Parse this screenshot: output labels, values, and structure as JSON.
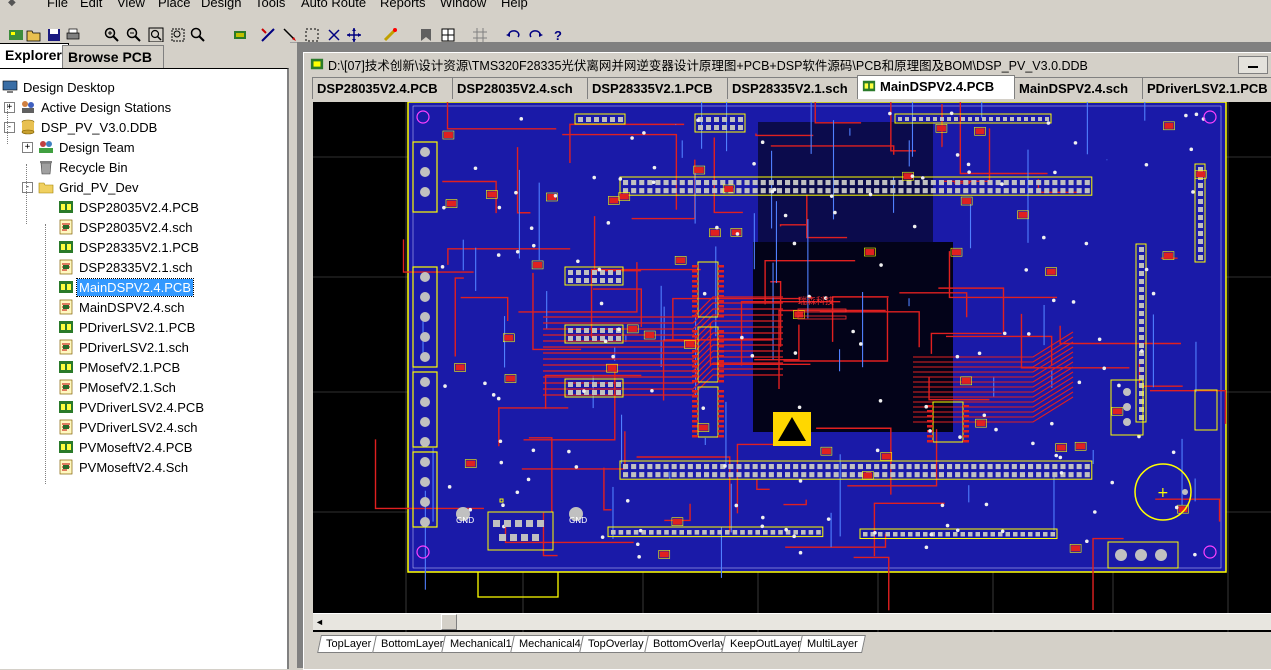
{
  "menu": [
    "File",
    "Edit",
    "View",
    "Place",
    "Design",
    "Tools",
    "Auto Route",
    "Reports",
    "Window",
    "Help"
  ],
  "toolbar_icons": [
    "open-icon",
    "save-icon",
    "print-icon",
    "zoom-in-icon",
    "zoom-out-icon",
    "zoom-area-icon",
    "zoom-fit-icon",
    "zoom-window-icon",
    "browse-icon",
    "component-icon",
    "wire-icon",
    "select-icon",
    "deselect-icon",
    "move-icon",
    "route-icon",
    "library-icon",
    "reset-icon",
    "grid-icon",
    "undo-icon",
    "redo-icon",
    "help-icon"
  ],
  "panel": {
    "tabs": [
      "Explorer",
      "Browse PCB"
    ],
    "tree": [
      {
        "label": "Design Desktop",
        "icon": "desktop-icon",
        "level": 0
      },
      {
        "label": "Active Design Stations",
        "icon": "stations-icon",
        "level": 1,
        "toggle": "+"
      },
      {
        "label": "DSP_PV_V3.0.DDB",
        "icon": "database-icon",
        "level": 1,
        "toggle": "-"
      },
      {
        "label": "Design Team",
        "icon": "team-icon",
        "level": 2,
        "toggle": "+"
      },
      {
        "label": "Recycle Bin",
        "icon": "recycle-bin-icon",
        "level": 2
      },
      {
        "label": "Grid_PV_Dev",
        "icon": "folder-icon",
        "level": 2,
        "toggle": "-"
      },
      {
        "label": "DSP28035V2.4.PCB",
        "icon": "pcb-doc-icon",
        "level": 3
      },
      {
        "label": "DSP28035V2.4.sch",
        "icon": "sch-doc-icon",
        "level": 3
      },
      {
        "label": "DSP28335V2.1.PCB",
        "icon": "pcb-doc-icon",
        "level": 3
      },
      {
        "label": "DSP28335V2.1.sch",
        "icon": "sch-doc-icon",
        "level": 3
      },
      {
        "label": "MainDSPV2.4.PCB",
        "icon": "pcb-doc-icon",
        "level": 3,
        "selected": true
      },
      {
        "label": "MainDSPV2.4.sch",
        "icon": "sch-doc-icon",
        "level": 3
      },
      {
        "label": "PDriverLSV2.1.PCB",
        "icon": "pcb-doc-icon",
        "level": 3
      },
      {
        "label": "PDriverLSV2.1.sch",
        "icon": "sch-doc-icon",
        "level": 3
      },
      {
        "label": "PMosefV2.1.PCB",
        "icon": "pcb-doc-icon",
        "level": 3
      },
      {
        "label": "PMosefV2.1.Sch",
        "icon": "sch-doc-icon",
        "level": 3
      },
      {
        "label": "PVDriverLSV2.4.PCB",
        "icon": "pcb-doc-icon",
        "level": 3
      },
      {
        "label": "PVDriverLSV2.4.sch",
        "icon": "sch-doc-icon",
        "level": 3
      },
      {
        "label": "PVMoseftV2.4.PCB",
        "icon": "pcb-doc-icon",
        "level": 3
      },
      {
        "label": "PVMoseftV2.4.Sch",
        "icon": "sch-doc-icon",
        "level": 3
      }
    ]
  },
  "document": {
    "title": "D:\\[07]技术创新\\设计资源\\TMS320F28335光伏离网并网逆变器设计原理图+PCB+DSP软件源码\\PCB和原理图及BOM\\DSP_PV_V3.0.DDB",
    "tabs": [
      {
        "label": "DSP28035V2.4.PCB"
      },
      {
        "label": "DSP28035V2.4.sch"
      },
      {
        "label": "DSP28335V2.1.PCB"
      },
      {
        "label": "DSP28335V2.1.sch"
      },
      {
        "label": "MainDSPV2.4.PCB",
        "active": true
      },
      {
        "label": "MainDSPV2.4.sch"
      },
      {
        "label": "PDriverLSV2.1.PCB"
      }
    ],
    "board_label": "瑞森科技",
    "gnd_label": "GND",
    "layers": [
      "TopLayer",
      "BottomLayer",
      "Mechanical1",
      "Mechanical4",
      "TopOverlay",
      "BottomOverlay",
      "KeepOutLayer",
      "MultiLayer"
    ]
  },
  "colors": {
    "board": "#1a1aa8",
    "top_trace": "#e02020",
    "overlay": "#ffff00",
    "pad": "#c0c0c0",
    "selection": "#3399ff"
  }
}
